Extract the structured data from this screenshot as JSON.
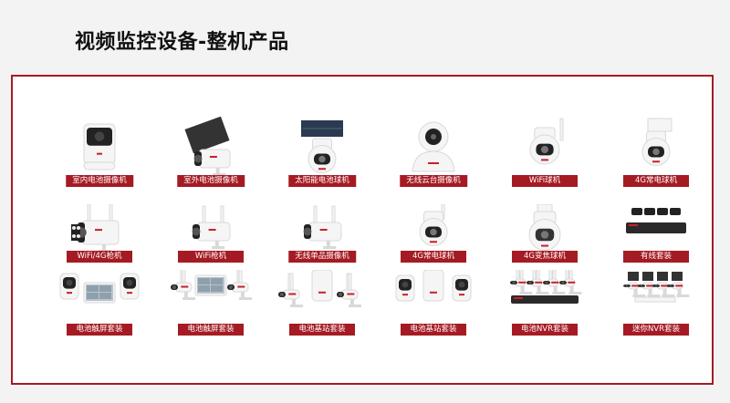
{
  "title": "视频监控设备-整机产品",
  "accent_color": "#a51b23",
  "products": [
    {
      "label": "室内电池摄像机",
      "icon": "indoor-battery-camera-icon"
    },
    {
      "label": "室外电池摄像机",
      "icon": "outdoor-battery-solar-camera-icon"
    },
    {
      "label": "太阳能电池球机",
      "icon": "solar-dome-camera-icon"
    },
    {
      "label": "无线云台摄像机",
      "icon": "wireless-ptz-camera-icon"
    },
    {
      "label": "WiFi球机",
      "icon": "wifi-dome-camera-icon"
    },
    {
      "label": "4G常电球机",
      "icon": "4g-dome-camera-icon"
    },
    {
      "label": "WiFi/4G枪机",
      "icon": "wifi-4g-bullet-camera-icon"
    },
    {
      "label": "WiFi枪机",
      "icon": "wifi-bullet-camera-icon"
    },
    {
      "label": "无线单品摄像机",
      "icon": "wireless-bullet-camera-icon"
    },
    {
      "label": "4G常电球机",
      "icon": "4g-small-dome-camera-icon"
    },
    {
      "label": "4G变焦球机",
      "icon": "4g-zoom-speed-dome-icon"
    },
    {
      "label": "有线套装",
      "icon": "wired-kit-icon"
    },
    {
      "label": "电池触屏套装",
      "icon": "battery-touchscreen-kit-icon"
    },
    {
      "label": "电池触屏套装",
      "icon": "battery-touchscreen-kit-2-icon"
    },
    {
      "label": "电池基站套装",
      "icon": "battery-basestation-kit-icon"
    },
    {
      "label": "电池基站套装",
      "icon": "battery-basestation-kit-2-icon"
    },
    {
      "label": "电池NVR套装",
      "icon": "battery-nvr-kit-icon"
    },
    {
      "label": "迷你NVR套装",
      "icon": "mini-nvr-kit-icon"
    }
  ]
}
